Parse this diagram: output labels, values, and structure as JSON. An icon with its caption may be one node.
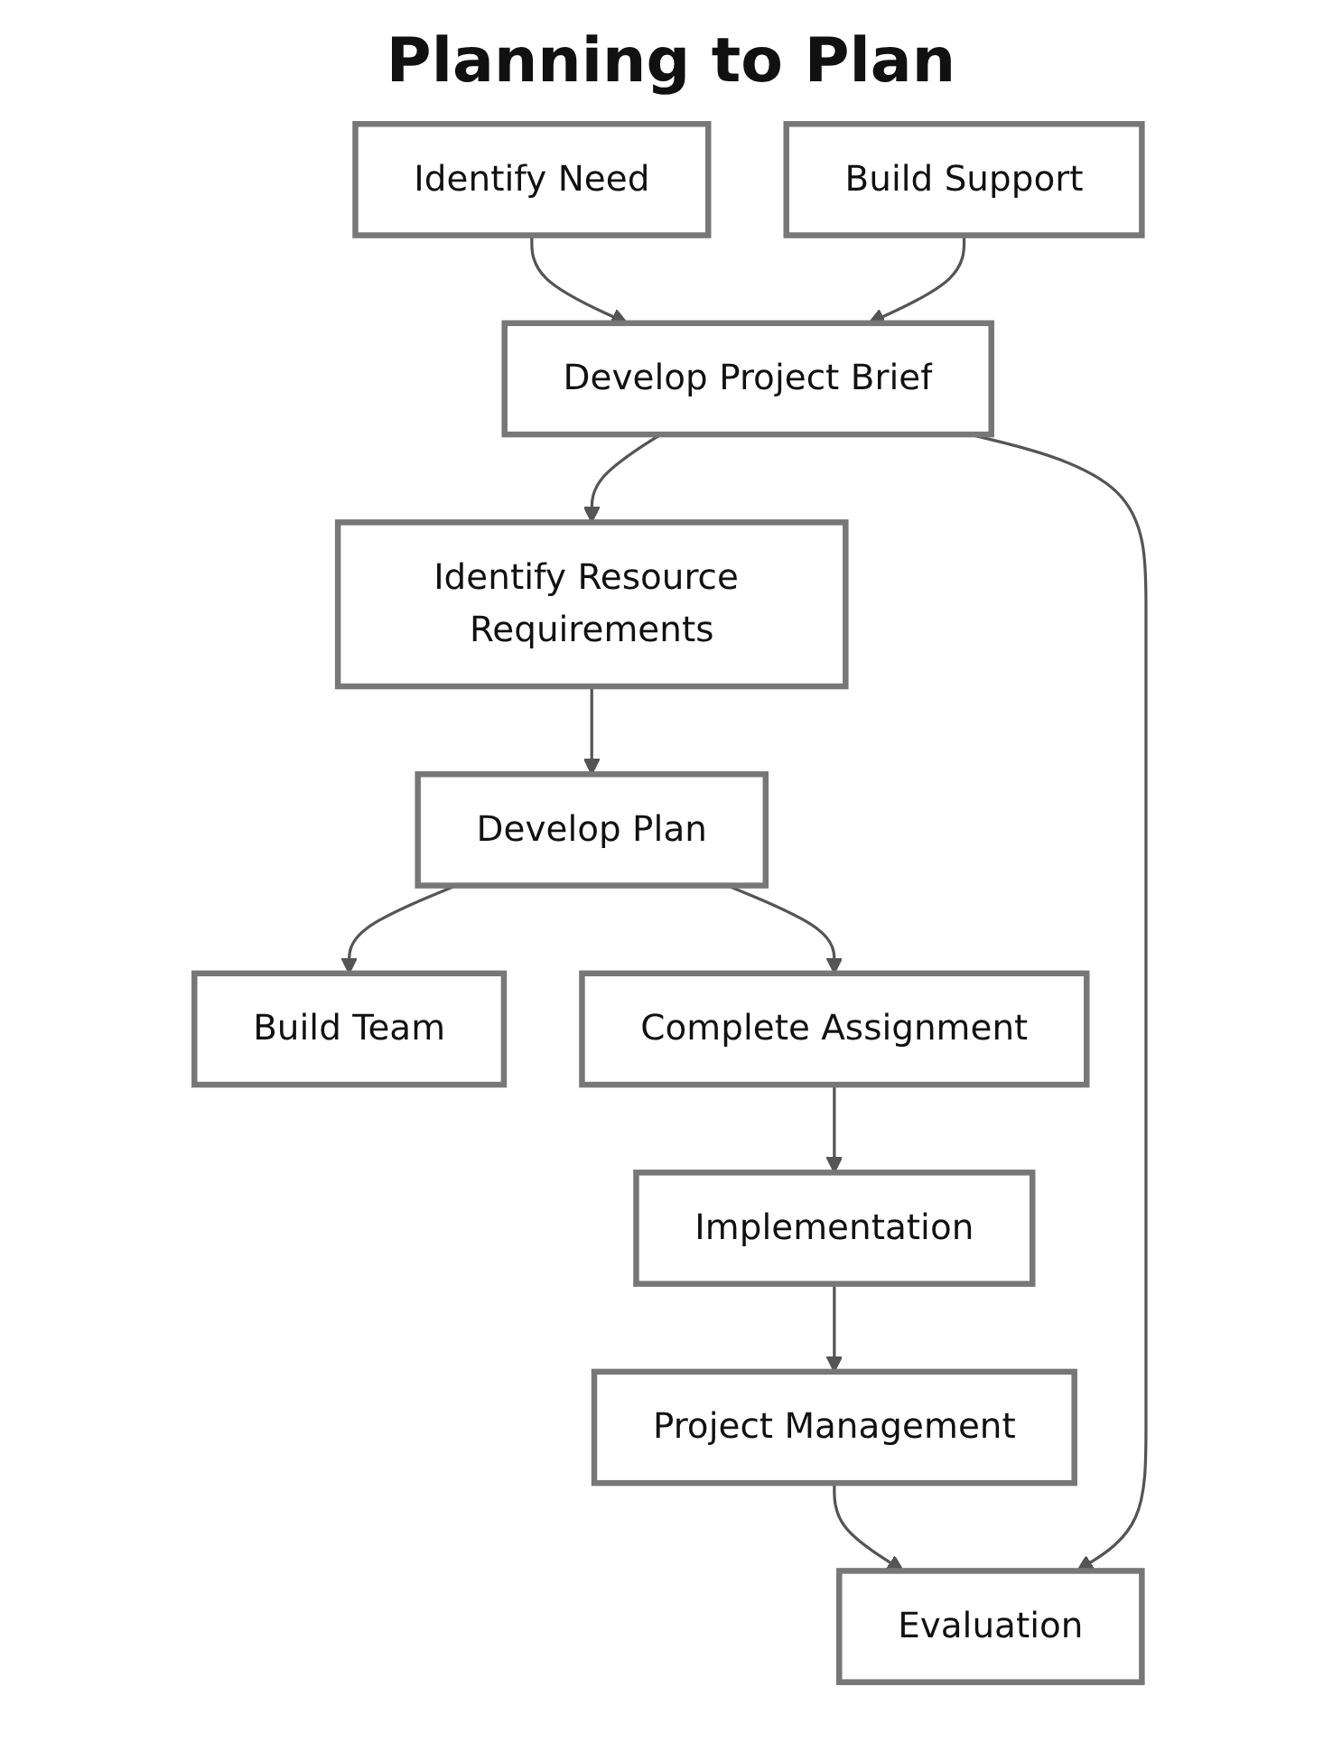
{
  "diagram": {
    "title": "Planning to Plan",
    "nodes": [
      {
        "text": [
          "Identify Need"
        ]
      },
      {
        "text": [
          "Build Support"
        ]
      },
      {
        "text": [
          "Develop Project Brief"
        ]
      },
      {
        "text": [
          "Identify Resource Requirements"
        ]
      },
      {
        "text": [
          "Develop Plan"
        ]
      },
      {
        "text": [
          "Build Team"
        ]
      },
      {
        "text": [
          "Complete Assignment"
        ]
      },
      {
        "text": [
          "Implementation"
        ]
      },
      {
        "text": [
          "Project Management"
        ]
      },
      {
        "text": [
          "Evaluation"
        ]
      }
    ],
    "edges": [
      {
        "from": 0,
        "to": 2,
        "arrow": "to"
      },
      {
        "from": 1,
        "to": 2,
        "arrow": "to"
      },
      {
        "from": 2,
        "to": 3,
        "arrow": "to"
      },
      {
        "from": 3,
        "to": 4,
        "arrow": "to"
      },
      {
        "from": 4,
        "to": 5,
        "arrow": "to"
      },
      {
        "from": 4,
        "to": 6,
        "arrow": "to"
      },
      {
        "from": 6,
        "to": 7,
        "arrow": "to"
      },
      {
        "from": 7,
        "to": 8,
        "arrow": "to"
      },
      {
        "from": 8,
        "to": 9,
        "arrow": "to"
      },
      {
        "from": 2,
        "to": 9,
        "arrow": "to"
      }
    ]
  }
}
